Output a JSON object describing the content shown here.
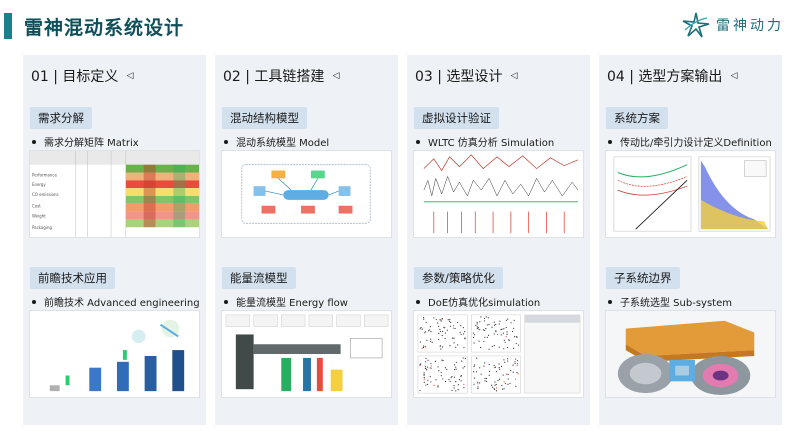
{
  "header": {
    "title": "雷神混动系统设计"
  },
  "logo": {
    "text": "雷神动力",
    "icon": "star-swirl-logo",
    "color": "#1b6f78"
  },
  "accent": "#1c7f8a",
  "columns": [
    {
      "heading": "01 | 目标定义",
      "blocks": [
        {
          "pill": "需求分解",
          "bullet": "需求分解矩阵 Matrix",
          "thumb": "matrix-table-image"
        },
        {
          "pill": "前瞻技术应用",
          "bullet": "前瞻技术 Advanced engineering",
          "thumb": "roadmap-bars-image"
        }
      ]
    },
    {
      "heading": "02 | 工具链搭建",
      "blocks": [
        {
          "pill": "混动结构模型",
          "bullet": "混动系统模型 Model",
          "thumb": "system-model-diagram"
        },
        {
          "pill": "能量流模型",
          "bullet": "能量流模型 Energy flow",
          "thumb": "energy-flow-diagram"
        }
      ]
    },
    {
      "heading": "03 | 选型设计",
      "blocks": [
        {
          "pill": "虚拟设计验证",
          "bullet": "WLTC 仿真分析 Simulation",
          "thumb": "wltc-simulation-plots"
        },
        {
          "pill": "参数/策略优化",
          "bullet": "DoE仿真优化simulation",
          "thumb": "doe-scatter-plots"
        }
      ]
    },
    {
      "heading": "04 | 选型方案输出",
      "blocks": [
        {
          "pill": "系统方案",
          "bullet": "传动比/牵引力设计定义Definition",
          "thumb": "traction-curve-charts"
        },
        {
          "pill": "子系统边界",
          "bullet": "子系统选型 Sub-system",
          "thumb": "hybrid-transmission-render"
        }
      ]
    }
  ],
  "collapse_icon": "triangle-left-icon",
  "colors": {
    "panel": "#eef1f5",
    "pill": "#d3e0ee",
    "title": "#0f4f5a"
  }
}
